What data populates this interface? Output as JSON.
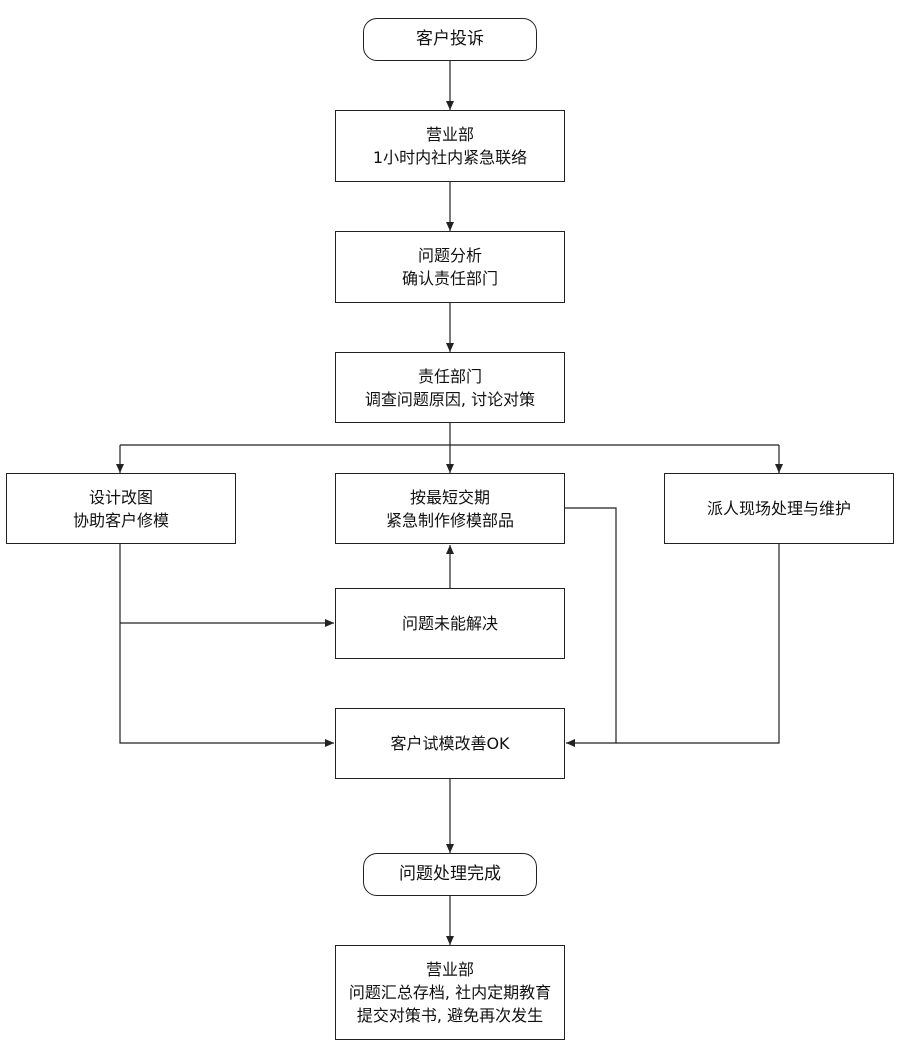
{
  "nodes": {
    "start": {
      "lines": [
        "客户投诉"
      ]
    },
    "sales_contact": {
      "lines": [
        "营业部",
        "1小时内社内紧急联络"
      ]
    },
    "analysis": {
      "lines": [
        "问题分析",
        "确认责任部门"
      ]
    },
    "investigate": {
      "lines": [
        "责任部门",
        "调查问题原因, 讨论对策"
      ]
    },
    "design": {
      "lines": [
        "设计改图",
        "协助客户修模"
      ]
    },
    "urgent_parts": {
      "lines": [
        "按最短交期",
        "紧急制作修模部品"
      ]
    },
    "onsite": {
      "lines": [
        "派人现场处理与维护"
      ]
    },
    "unsolved": {
      "lines": [
        "问题未能解决"
      ]
    },
    "trial_ok": {
      "lines": [
        "客户试模改善OK"
      ]
    },
    "complete": {
      "lines": [
        "问题处理完成"
      ]
    },
    "archive": {
      "lines": [
        "营业部",
        "问题汇总存档, 社内定期教育",
        "提交对策书, 避免再次发生"
      ]
    }
  },
  "colors": {
    "line": "#222222",
    "background": "#ffffff"
  }
}
